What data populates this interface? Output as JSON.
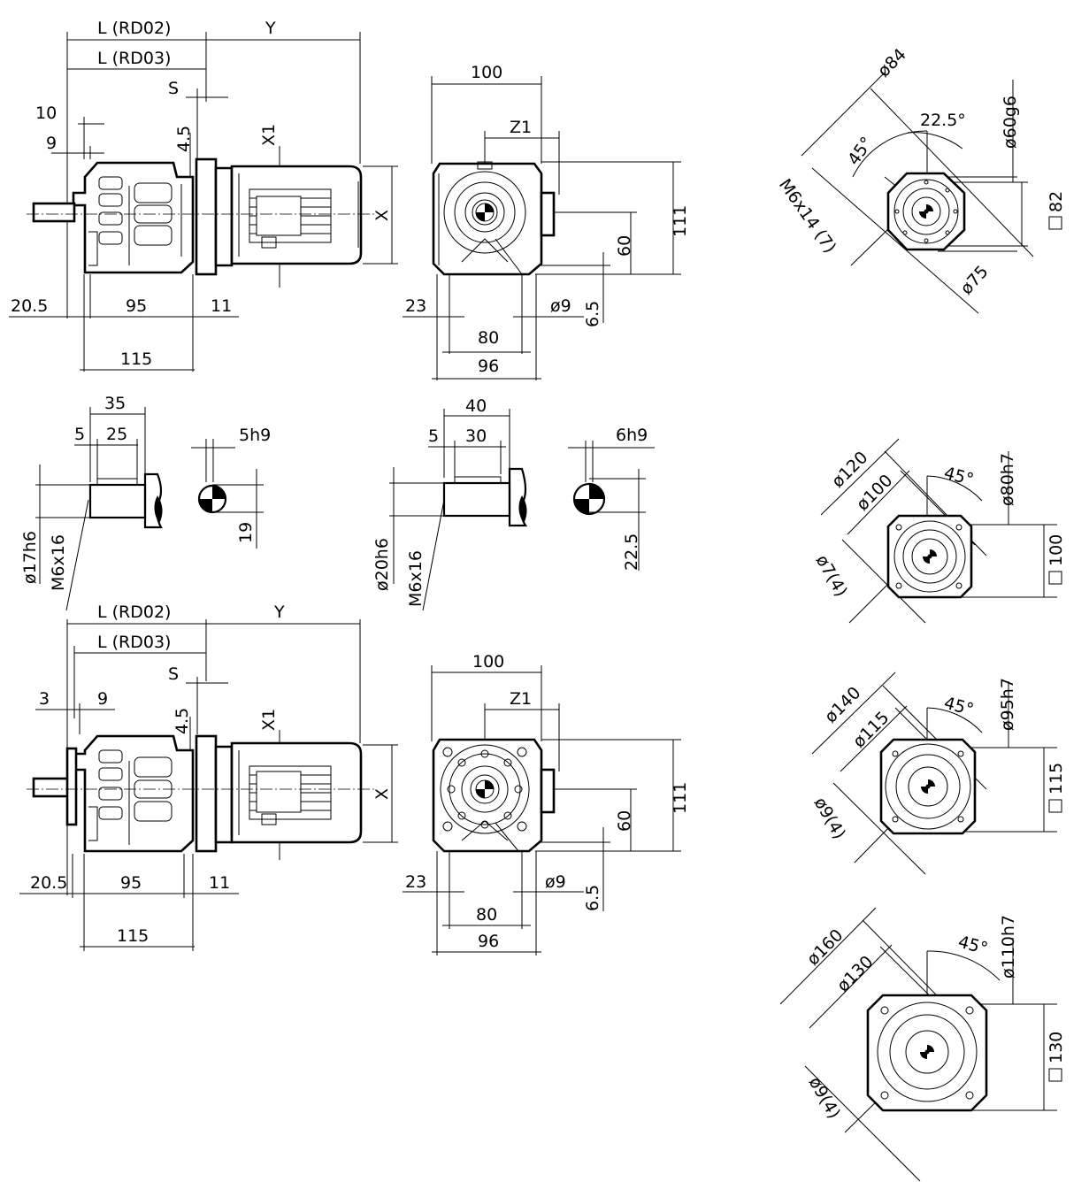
{
  "gear_top": {
    "l_rd02": "L (RD02)",
    "l_rd03": "L (RD03)",
    "y": "Y",
    "s": "S",
    "d10": "10",
    "d9": "9",
    "d4_5": "4.5",
    "x1": "X1",
    "x": "X",
    "d20_5": "20.5",
    "d95": "95",
    "d11": "11",
    "d115": "115"
  },
  "end_top": {
    "d100": "100",
    "z1": "Z1",
    "d111": "111",
    "d60": "60",
    "d23": "23",
    "d9": "ø9",
    "d6_5": "6.5",
    "d80": "80",
    "d96": "96"
  },
  "flange_top": {
    "d84": "ø84",
    "d60g6": "ø60g6",
    "a22_5": "22.5°",
    "a45": "45°",
    "m6x14": "M6x14 (7)",
    "d75": "ø75",
    "sq82": "82"
  },
  "shaft1": {
    "d35": "35",
    "d5": "5",
    "d25": "25",
    "d17h6": "ø17h6",
    "m6x16": "M6x16",
    "key": "5h9",
    "d19": "19"
  },
  "shaft2": {
    "d40": "40",
    "d5": "5",
    "d30": "30",
    "d20h6": "ø20h6",
    "m6x16": "M6x16",
    "key": "6h9",
    "d22_5": "22.5"
  },
  "gear_bottom": {
    "l_rd02": "L (RD02)",
    "l_rd03": "L (RD03)",
    "y": "Y",
    "s": "S",
    "d3": "3",
    "d9": "9",
    "d4_5": "4.5",
    "x1": "X1",
    "x": "X",
    "d20_5": "20.5",
    "d95": "95",
    "d11": "11",
    "d115": "115"
  },
  "end_bottom": {
    "d100": "100",
    "z1": "Z1",
    "d111": "111",
    "d60": "60",
    "d23": "23",
    "d9": "ø9",
    "d6_5": "6.5",
    "d80": "80",
    "d96": "96"
  },
  "flange_2": {
    "d120": "ø120",
    "d100": "ø100",
    "d7": "ø7(4)",
    "a45": "45°",
    "d80h7": "ø80h7",
    "sq100": "100"
  },
  "flange_3": {
    "d140": "ø140",
    "d115": "ø115",
    "d9": "ø9(4)",
    "a45": "45°",
    "d95h7": "ø95h7",
    "sq115": "115"
  },
  "flange_4": {
    "d160": "ø160",
    "d130": "ø130",
    "d9": "ø9(4)",
    "a45": "45°",
    "d110h7": "ø110h7",
    "sq130": "130"
  }
}
